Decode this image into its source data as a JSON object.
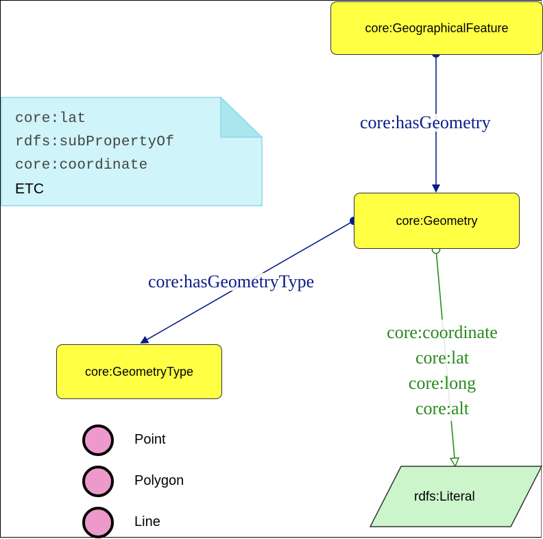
{
  "diagram": {
    "classes": {
      "geographical_feature": "core:GeographicalFeature",
      "geometry": "core:Geometry",
      "geometry_type": "core:GeometryType",
      "literal": "rdfs:Literal"
    },
    "edges": {
      "has_geometry": "core:hasGeometry",
      "has_geometry_type": "core:hasGeometryType",
      "datatype_properties": [
        "core:coordinate",
        "core:lat",
        "core:long",
        "core:alt"
      ]
    },
    "note": {
      "lines": [
        "core:lat",
        "rdfs:subPropertyOf",
        "core:coordinate"
      ],
      "extra": "ETC"
    },
    "individuals": [
      "Point",
      "Polygon",
      "Line"
    ],
    "colors": {
      "class_fill": "#ffff44",
      "object_property": "#0b1d8a",
      "datatype_property": "#2a8a1e",
      "note_fill": "#cff4fa",
      "literal_fill": "#ccf5cc",
      "individual_fill": "#ee99cc"
    }
  }
}
